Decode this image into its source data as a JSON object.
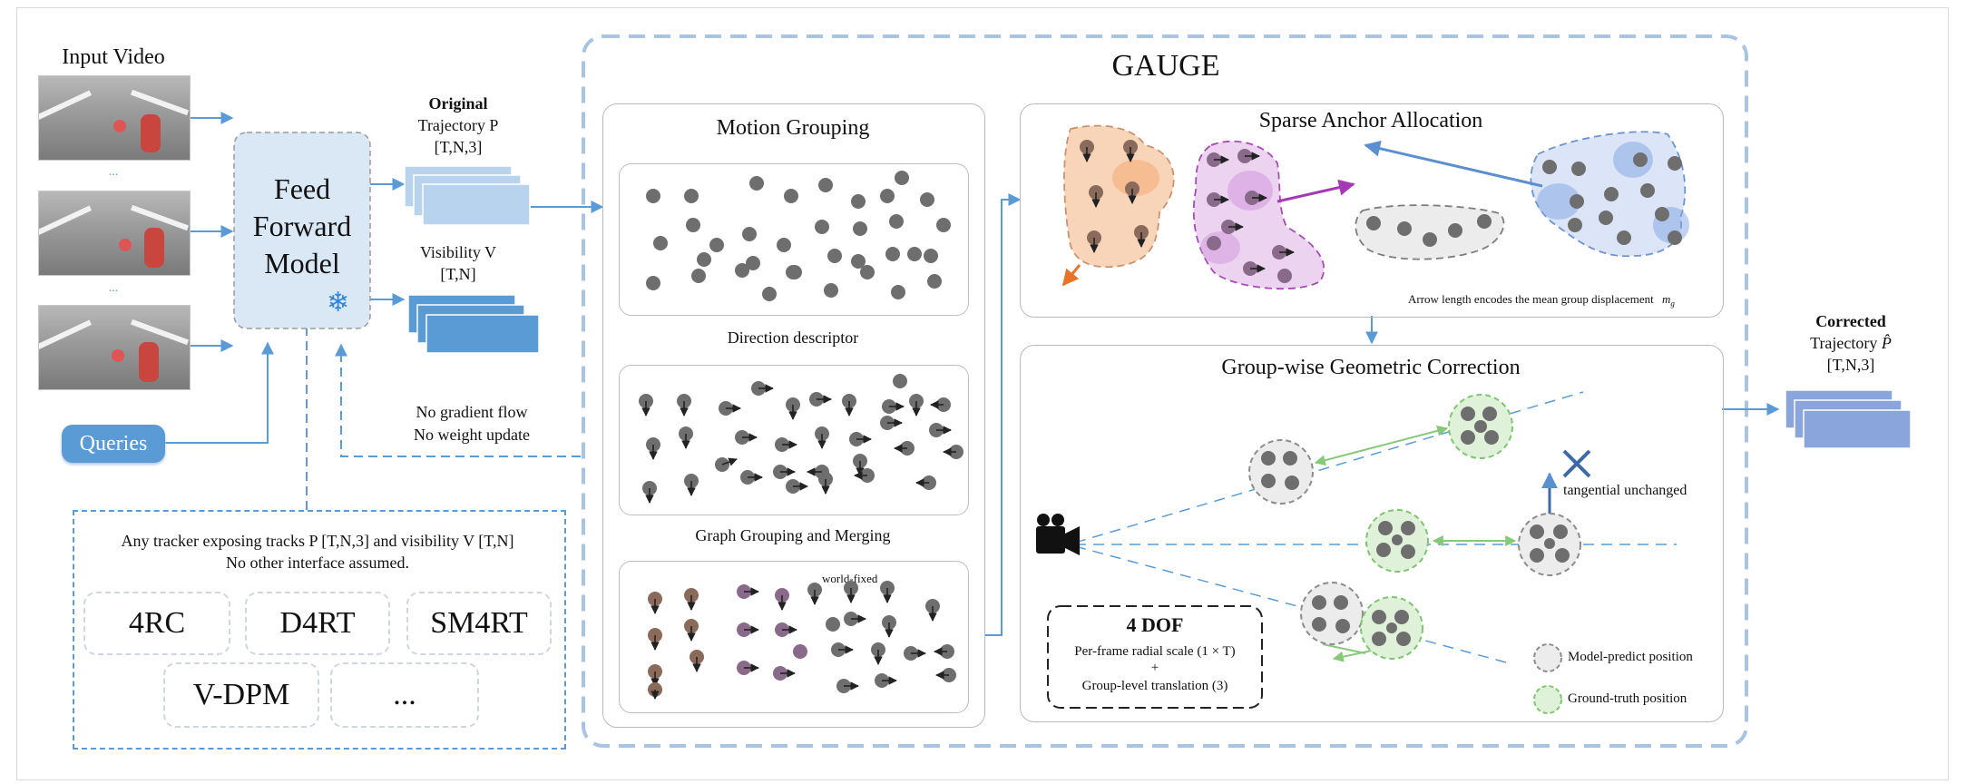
{
  "input": {
    "title": "Input Video",
    "ellipsis_1": "...",
    "ellipsis_2": "..."
  },
  "model": {
    "title_line1": "Feed",
    "title_line2": "Forward",
    "title_line3": "Model",
    "frozen_icon": "snowflake-icon",
    "frozen_glyph": "❄"
  },
  "queries": {
    "label": "Queries"
  },
  "outputs": {
    "original_bold": "Original",
    "trajectory": "Trajectory P",
    "trajectory_shape": "[T,N,3]",
    "visibility": "Visibility V",
    "visibility_shape": "[T,N]"
  },
  "feedback": {
    "line1": "No gradient flow",
    "line2": "No weight update"
  },
  "trackers": {
    "line1": "Any tracker exposing tracks P [T,N,3] and visibility V [T,N]",
    "line2": "No other interface assumed.",
    "items": [
      "4RC",
      "D4RT",
      "SM4RT",
      "V-DPM",
      "..."
    ]
  },
  "gauge": {
    "title": "GAUGE"
  },
  "motion_grouping": {
    "title": "Motion Grouping",
    "direction_descriptor": "Direction descriptor",
    "graph_grouping": "Graph Grouping and Merging",
    "world_fixed": "world-fixed"
  },
  "sparse_anchor": {
    "title": "Sparse Anchor Allocation",
    "caption": "Arrow length encodes the mean group displacement",
    "caption_symbol": "m",
    "caption_subscript": "g"
  },
  "correction": {
    "title": "Group-wise Geometric Correction",
    "tangential": "tangential unchanged",
    "dof_title": "4 DOF",
    "dof_line1": "Per-frame radial scale (1 × T)",
    "dof_plus": "+",
    "dof_line2": "Group-level translation (3)",
    "legend_pred": "Model-predict position",
    "legend_gt": "Ground-truth position",
    "camera_icon": "camera-icon",
    "reject_icon": "cross-icon"
  },
  "corrected": {
    "bold": "Corrected",
    "trajectory": "Trajectory",
    "symbol": "P̂",
    "shape": "[T,N,3]"
  },
  "colors": {
    "accent_blue": "#5b9bd5",
    "light_blue_fill": "#dae8f6",
    "orange": "#f4a261",
    "purple": "#b05cc0",
    "green": "#7fc471",
    "gray_dot": "#6e6e6e"
  }
}
